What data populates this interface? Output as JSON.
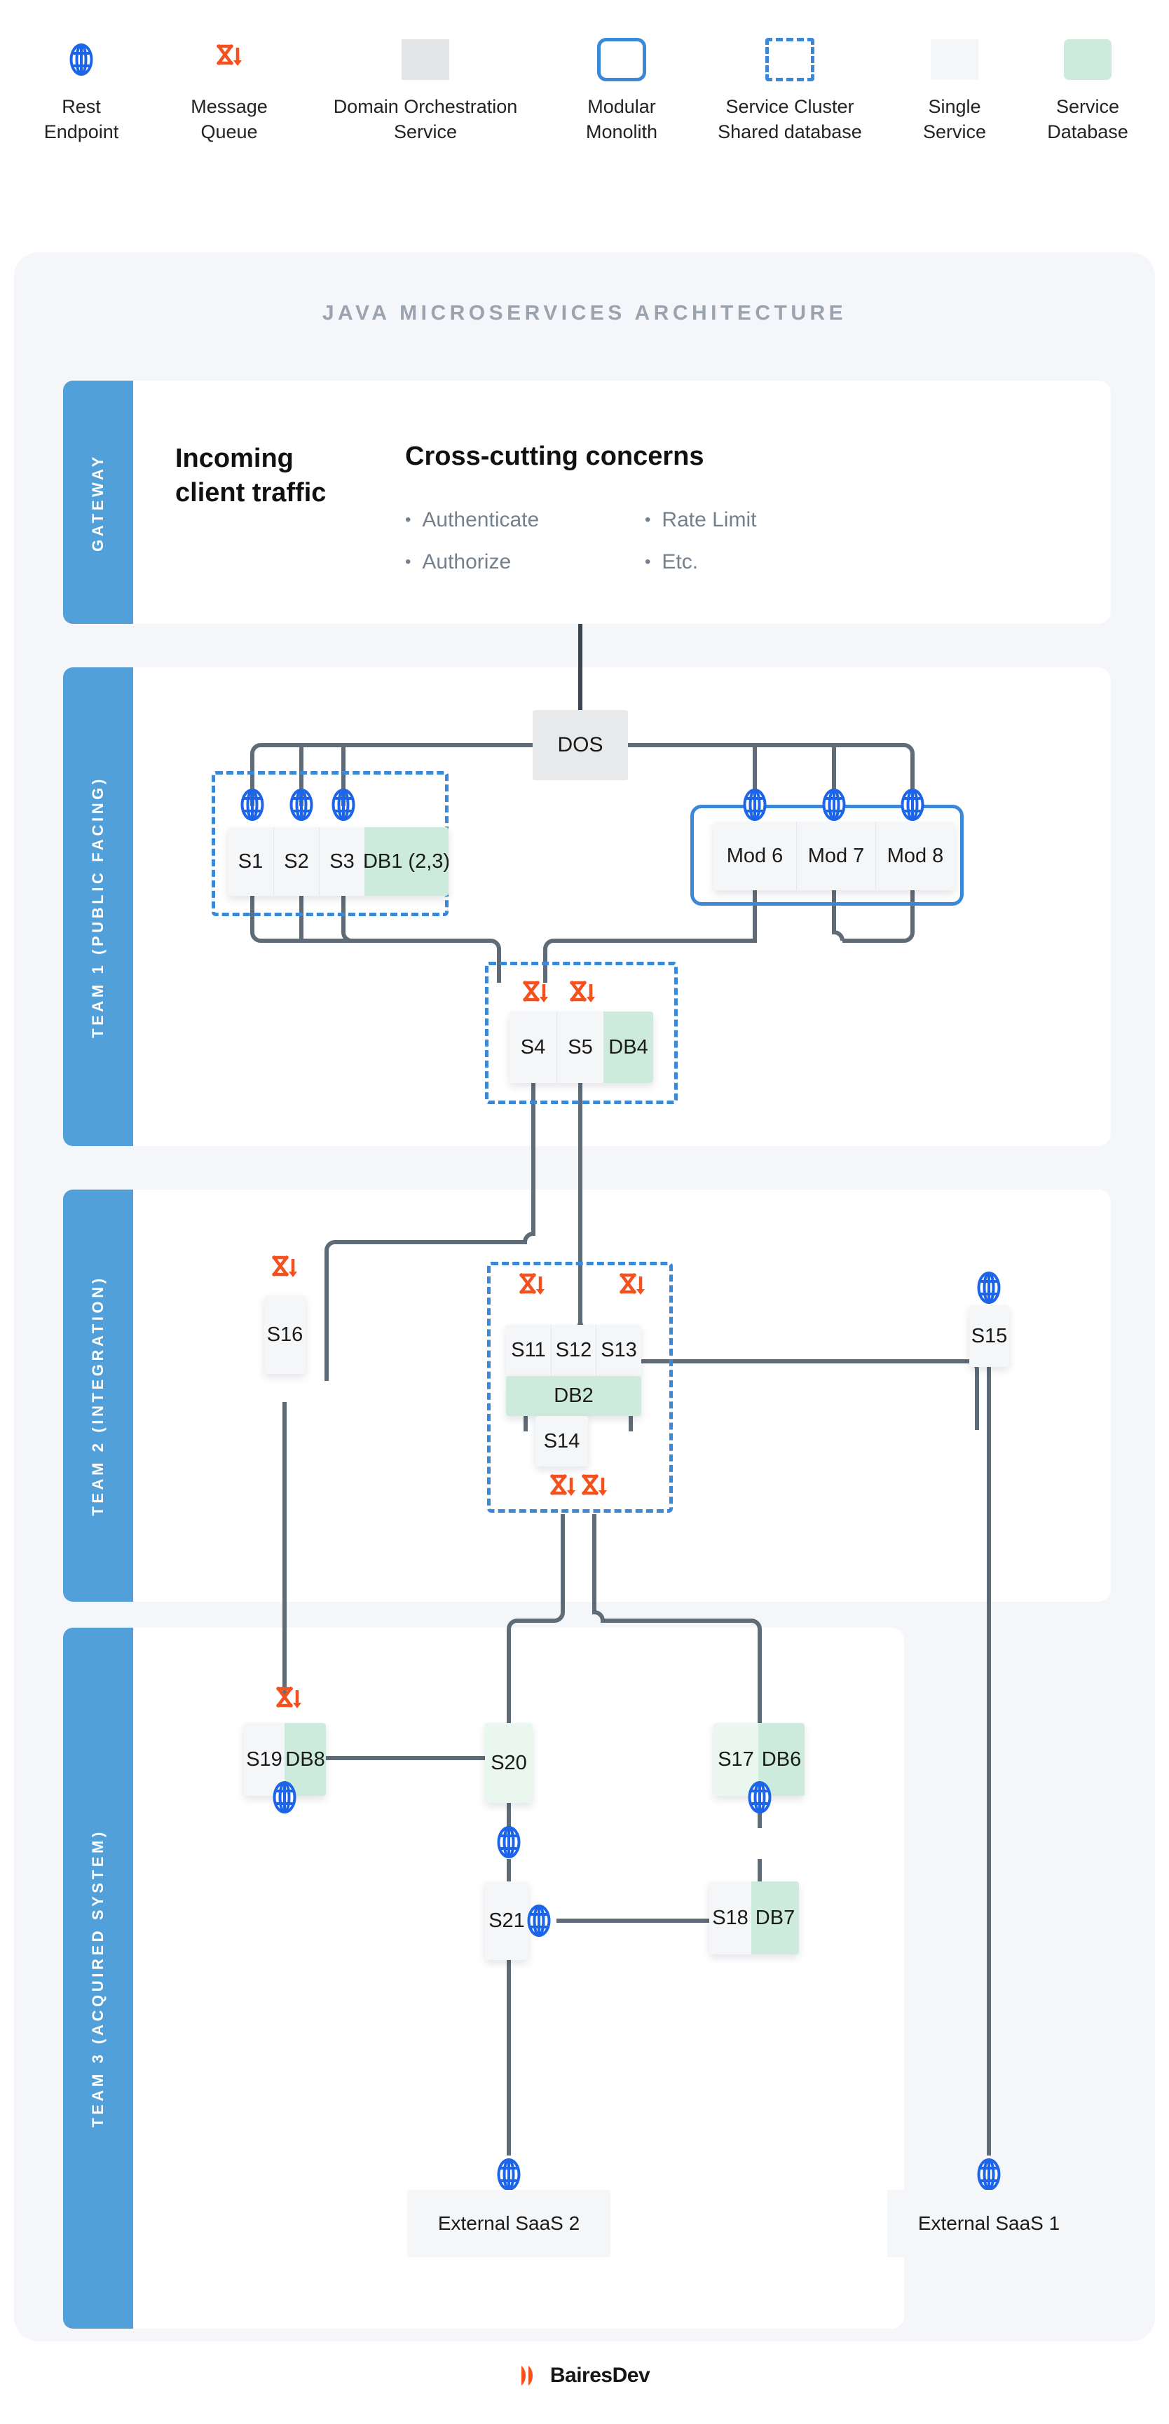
{
  "legend": {
    "items": [
      {
        "icon": "globe-icon",
        "label_line1": "Rest",
        "label_line2": "Endpoint"
      },
      {
        "icon": "message-queue-icon",
        "label_line1": "Message",
        "label_line2": "Queue"
      },
      {
        "icon": "dos-swatch",
        "label_line1": "Domain Orchestration",
        "label_line2": "Service"
      },
      {
        "icon": "modular-monolith-swatch",
        "label_line1": "Modular",
        "label_line2": "Monolith"
      },
      {
        "icon": "service-cluster-swatch",
        "label_line1": "Service Cluster",
        "label_line2": "Shared database"
      },
      {
        "icon": "single-service-swatch",
        "label_line1": "Single",
        "label_line2": "Service"
      },
      {
        "icon": "service-database-swatch",
        "label_line1": "Service",
        "label_line2": "Database"
      }
    ]
  },
  "diagram": {
    "title": "JAVA MICROSERVICES ARCHITECTURE",
    "sections": [
      {
        "key": "gateway",
        "label": "GATEWAY"
      },
      {
        "key": "team1",
        "label": "TEAM 1 (PUBLIC FACING)"
      },
      {
        "key": "team2",
        "label": "TEAM 2 (INTEGRATION)"
      },
      {
        "key": "team3",
        "label": "TEAM 3 (ACQUIRED SYSTEM)"
      }
    ]
  },
  "gateway": {
    "heading": "Incoming client traffic",
    "concerns_title": "Cross-cutting concerns",
    "concerns": [
      "Authenticate",
      "Authorize",
      "Rate Limit",
      "Etc."
    ]
  },
  "nodes": {
    "dos": "DOS",
    "team1_cluster_a": [
      "S1",
      "S2",
      "S3",
      "DB1 (2,3)"
    ],
    "monolith": [
      "Mod 6",
      "Mod 7",
      "Mod 8"
    ],
    "team1_cluster_b": [
      "S4",
      "S5",
      "DB4"
    ],
    "s16": "S16",
    "team2_cluster": [
      "S11",
      "S12",
      "S13"
    ],
    "db2": "DB2",
    "s14": "S14",
    "s15": "S15",
    "s19": "S19",
    "db8": "DB8",
    "s20": "S20",
    "s17": "S17",
    "db6": "DB6",
    "s21": "S21",
    "s18": "S18",
    "db7": "DB7",
    "saas2": "External SaaS 2",
    "saas1": "External SaaS 1"
  },
  "footer": {
    "brand": "BairesDev"
  },
  "colors": {
    "accent_blue": "#3b87d8",
    "band_blue": "#51a0da",
    "queue_orange": "#f4511e",
    "service_grey": "#f4f6f8",
    "database_green": "#cdebdc",
    "database_light": "#e9f7ef",
    "wire_grey": "#5f6b77",
    "panel_grey": "#f4f6f9",
    "title_grey": "#9aa3ae"
  }
}
